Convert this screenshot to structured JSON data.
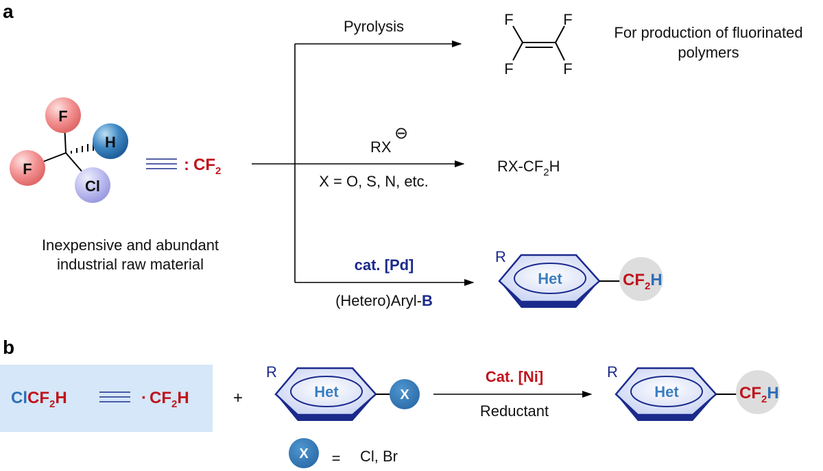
{
  "panels": {
    "a": {
      "label": "a",
      "atoms": {
        "f1": "F",
        "f2": "F",
        "h": "H",
        "cl": "Cl"
      },
      "carbene": {
        "colon": ":",
        "cf": "CF",
        "sub": "2"
      },
      "source_caption": [
        "Inexpensive and abundant",
        "industrial raw material"
      ],
      "route_pyrolysis": {
        "above": "Pyrolysis",
        "tfe_atoms": [
          "F",
          "F",
          "F",
          "F"
        ],
        "caption": [
          "For production of fluorinated",
          "polymers"
        ]
      },
      "route_nucleophile": {
        "above": "RX",
        "charge": "⊖",
        "below": "X = O, S, N, etc.",
        "product_main": "RX-CF",
        "product_sub": "2",
        "product_end": "H"
      },
      "route_pd": {
        "above": "cat. [Pd]",
        "below_main": "(Hetero)Aryl-",
        "below_bold": "B",
        "ring_r": "R",
        "ring_label": "Het",
        "cf": "CF",
        "sub": "2",
        "h": "H"
      }
    },
    "b": {
      "label": "b",
      "reagent": {
        "cl": "Cl",
        "cf": "CF",
        "sub": "2",
        "h": "H"
      },
      "radical": {
        "dot": "·",
        "cf": "CF",
        "sub": "2",
        "h": "H"
      },
      "plus": "+",
      "substrate": {
        "r": "R",
        "ring_label": "Het",
        "x": "X"
      },
      "arrow_above": "Cat. [Ni]",
      "arrow_below": "Reductant",
      "product": {
        "r": "R",
        "ring_label": "Het",
        "cf": "CF",
        "sub": "2",
        "h": "H"
      },
      "legend": {
        "x": "X",
        "equals": "=",
        "values": "Cl, Br"
      }
    }
  }
}
